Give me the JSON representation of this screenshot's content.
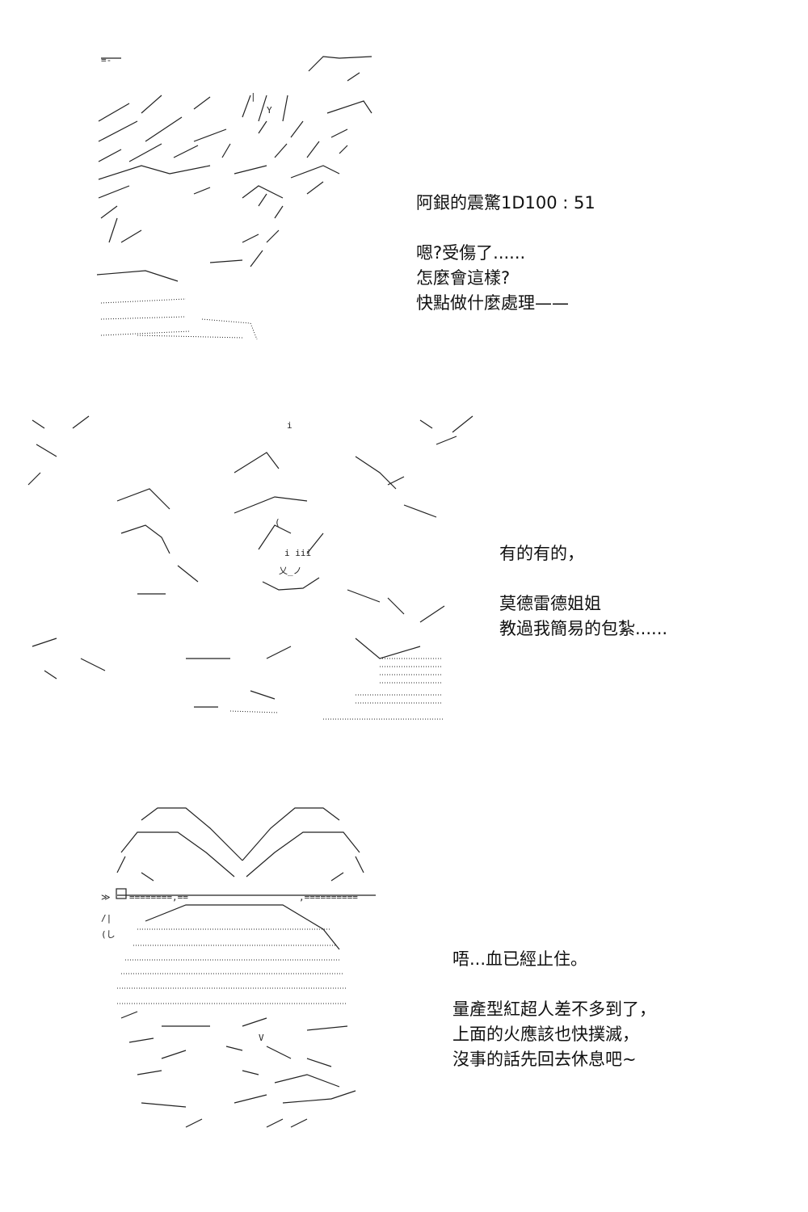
{
  "panels": [
    {
      "art": "ascii-face-silver-hair",
      "lines": [
        "阿銀的震驚1D100 : 51",
        "",
        "嗯?受傷了......",
        "怎麼會這樣?",
        "快點做什麼處理——"
      ]
    },
    {
      "art": "ascii-face-long-hair",
      "lines": [
        "有的有的，",
        "",
        "莫德雷德姐姐",
        "教過我簡易的包紮......"
      ]
    },
    {
      "art": "ascii-bandaged-ribbon",
      "lines": [
        "唔...血已經止住。",
        "",
        "量產型紅超人差不多到了，",
        "上面的火應該也快撲滅，",
        "沒事的話先回去休息吧~"
      ]
    }
  ]
}
